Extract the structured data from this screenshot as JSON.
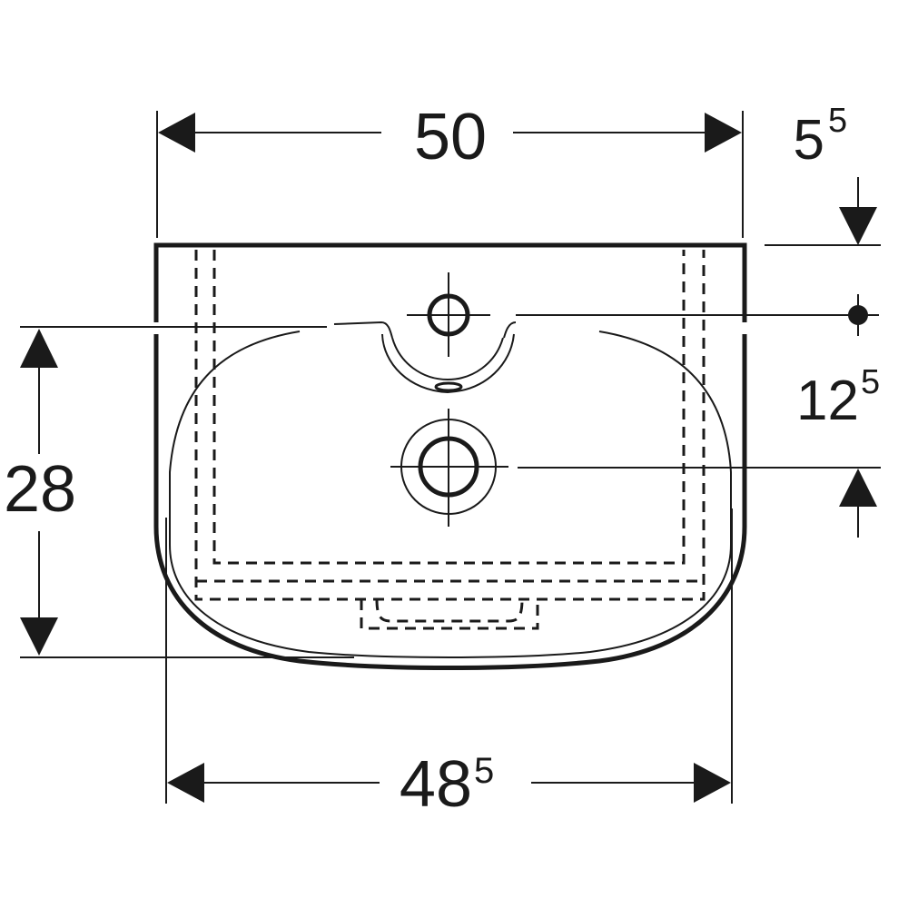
{
  "drawing": {
    "title": "Washbasin technical drawing - top view",
    "colors": {
      "line": "#1a1a1a",
      "background": "#ffffff"
    },
    "dimensions": {
      "overall_width": {
        "main": "50",
        "sup": ""
      },
      "inner_width": {
        "main": "48",
        "sup": "5"
      },
      "depth": {
        "main": "28",
        "sup": ""
      },
      "tap_hole_offset": {
        "main": "5",
        "sup": "5"
      },
      "tap_to_drain": {
        "main": "12",
        "sup": "5"
      }
    },
    "features": [
      "tap-hole",
      "overflow",
      "drain",
      "hidden-pedestal-outline"
    ]
  }
}
